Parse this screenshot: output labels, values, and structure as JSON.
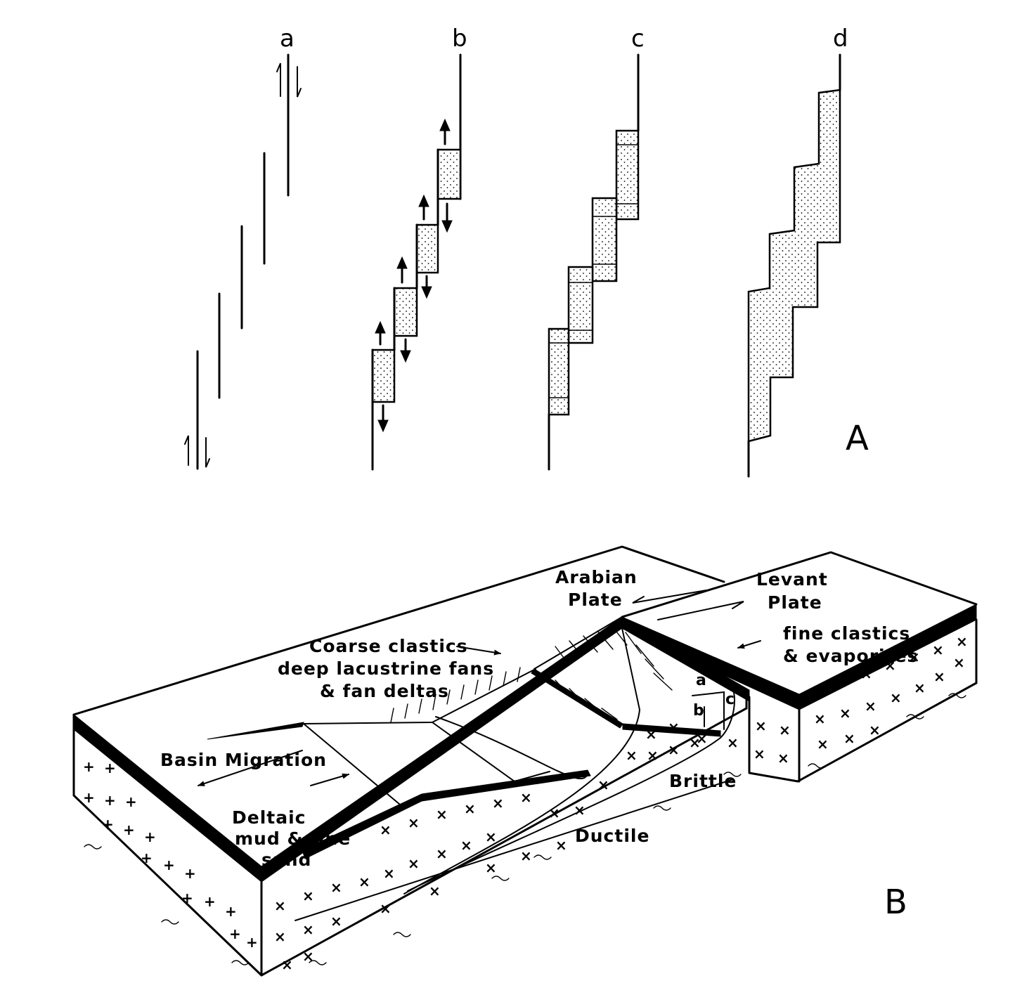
{
  "panel_a": {
    "label": "A",
    "columns": [
      "a",
      "b",
      "c",
      "d"
    ]
  },
  "panel_b": {
    "label": "B",
    "labels": {
      "arabian_line1": "Arabian",
      "arabian_line2": "Plate",
      "levant_line1": "Levant",
      "levant_line2": "Plate",
      "fine_line1": "fine clastics",
      "fine_line2": "& evaporites",
      "coarse_line1": "Coarse clastics",
      "coarse_line2": "deep lacustrine fans",
      "coarse_line3": "& fan deltas",
      "basin_migration": "Basin Migration",
      "deltaic_line1": "Deltaic",
      "deltaic_line2": "mud & fine",
      "deltaic_line3": "sand",
      "ductile": "Ductile",
      "brittle": "Brittle",
      "section_a": "a",
      "section_b": "b",
      "section_c": "c"
    }
  }
}
